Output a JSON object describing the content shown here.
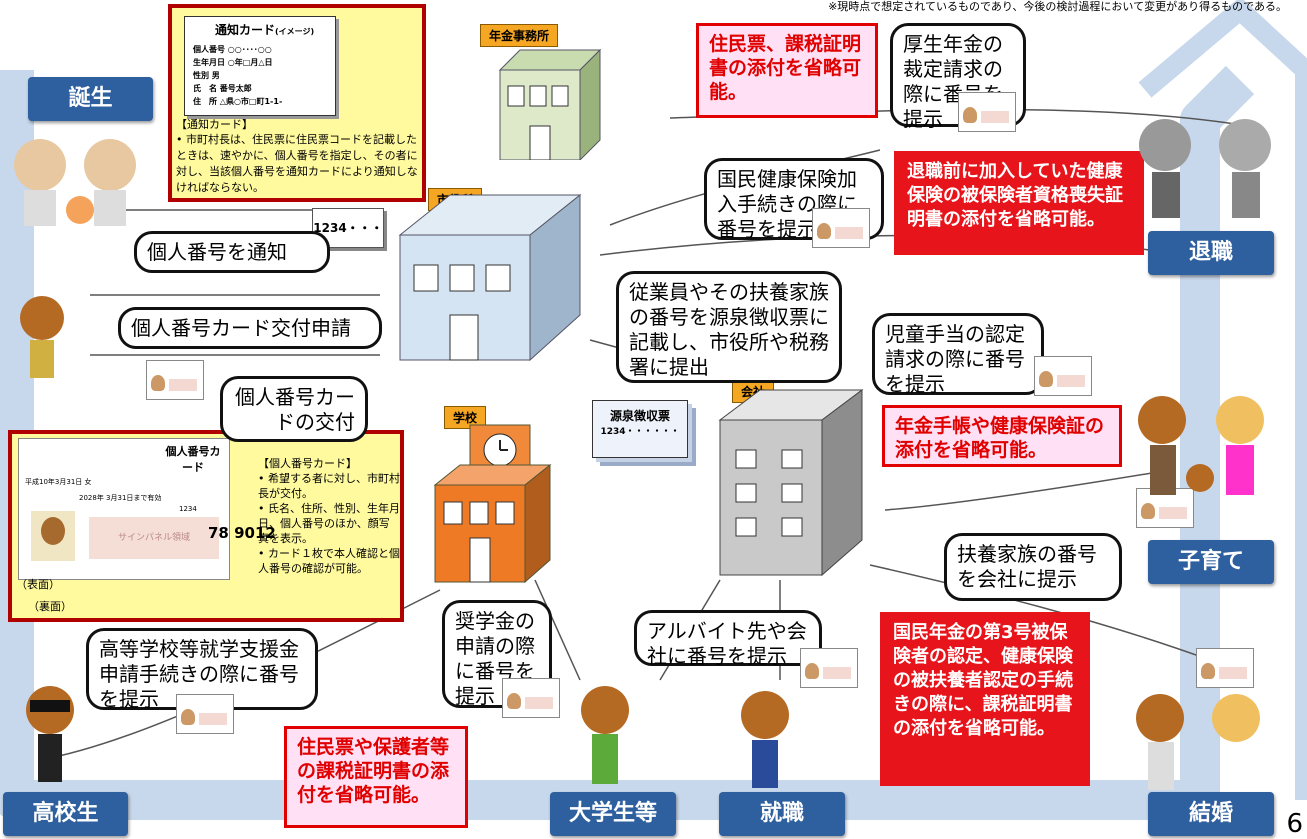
{
  "top_note": "※現時点で想定されているものであり、今後の検討過程において変更があり得るものである。",
  "page_number": "6",
  "stages": {
    "birth": "誕生",
    "high_school": "高校生",
    "university": "大学生等",
    "employment": "就職",
    "marriage": "結婚",
    "child_rearing": "子育て",
    "retirement": "退職"
  },
  "buildings": {
    "pension_office": "年金事務所",
    "city_hall": "市役所",
    "school": "学校",
    "company": "会社"
  },
  "notice_card": {
    "title": "通知カード",
    "title_suffix": "(イメージ)",
    "fields": [
      {
        "label": "個人番号",
        "value": "○○････○○"
      },
      {
        "label": "生年月日",
        "value": "○年□月△日"
      },
      {
        "label": "性別",
        "value": "男"
      },
      {
        "label": "氏　名",
        "value": "番号太郎"
      },
      {
        "label": "住　所",
        "value": "△県○市□町1-1-"
      }
    ],
    "heading": "【通知カード】",
    "bullet": "市町村長は、住民票に住民票コードを記載したときは、速やかに、個人番号を指定し、その者に対し、当該個人番号を通知カードにより通知しなければならない。"
  },
  "mynumber_card": {
    "heading": "【個人番号カード】",
    "bullets": [
      "希望する者に対し、市町村長が交付。",
      "氏名、住所、性別、生年月日、個人番号のほか、顔写真を表示。",
      "カード１枚で本人確認と個人番号の確認が可能。"
    ],
    "front_label": "（表面）",
    "back_label": "（裏面）",
    "card_title": "個人番号カード",
    "card_birth": "平成10年3月31日",
    "card_sex": "女",
    "card_expiry": "2028年 3月31日まで有効",
    "card_code": "1234",
    "sign_panel": "サインパネル領域",
    "back_number": "78 9012"
  },
  "number_tag": "1234・・・",
  "withholding": {
    "title": "源泉徴収票",
    "number": "1234・・・・・・"
  },
  "bubbles": {
    "notify": "個人番号を通知",
    "card_apply": "個人番号カード交付申請",
    "card_issue": "個人番号カードの交付",
    "welfare_pension": "厚生年金の裁定請求の際に番号を提示",
    "national_health": "国民健康保険加入手続きの際に番号を提示",
    "employees": "従業員やその扶養家族の番号を源泉徴収票に記載し、市役所や税務署に提出",
    "child_allowance": "児童手当の認定請求の際に番号を提示",
    "dependents": "扶養家族の番号を会社に提示",
    "part_time": "アルバイト先や会社に番号を提示",
    "scholarship": "奨学金の申請の際に番号を提示",
    "hs_support": "高等学校等就学支援金申請手続きの際に番号を提示"
  },
  "benefits": {
    "pension_docs": "住民票、課税証明書の添付を省略可能。",
    "retirement_insurance": "退職前に加入していた健康保険の被保険者資格喪失証明書の添付を省略可能。",
    "child_docs": "年金手帳や健康保険証の添付を省略可能。",
    "marriage_docs": "国民年金の第3号被保険者の認定、健康保険の被扶養者認定の手続きの際に、課税証明書の添付を省略可能。",
    "hs_docs": "住民票や保護者等の課税証明書の添付を省略可能。"
  }
}
